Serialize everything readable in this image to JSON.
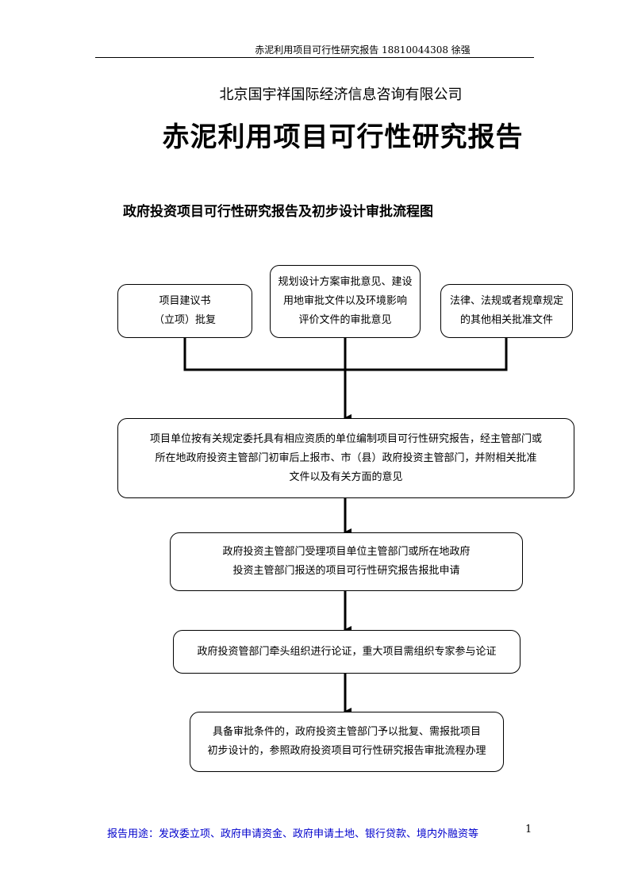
{
  "header": {
    "text": "赤泥利用项目可行性研究报告  18810044308  徐强"
  },
  "company": "北京国宇祥国际经济信息咨询有限公司",
  "report_title": "赤泥利用项目可行性研究报告",
  "flow_title": "政府投资项目可行性研究报告及初步设计审批流程图",
  "nodes": {
    "proposal": {
      "lines": [
        "项目建议书",
        "（立项）批复"
      ]
    },
    "planning": {
      "lines": [
        "规划设计方案审批意见、建设",
        "用地审批文件以及环境影响",
        "评价文件的审批意见"
      ]
    },
    "laws": {
      "lines": [
        "法律、法规或者规章规定",
        "的其他相关批准文件"
      ]
    },
    "compile": {
      "lines": [
        "项目单位按有关规定委托具有相应资质的单位编制项目可行性研究报告，经主管部门或",
        "所在地政府投资主管部门初审后上报市、市（县）政府投资主管部门，并附相关批准",
        "文件以及有关方面的意见"
      ]
    },
    "accept": {
      "lines": [
        "政府投资主管部门受理项目单位主管部门或所在地政府",
        "投资主管部门报送的项目可行性研究报告报批申请"
      ]
    },
    "review": {
      "lines": [
        "政府投资管部门牵头组织进行论证，重大项目需组织专家参与论证"
      ]
    },
    "approve": {
      "lines": [
        "具备审批条件的，政府投资主管部门予以批复、需报批项目",
        "初步设计的，参照政府投资项目可行性研究报告审批流程办理"
      ]
    }
  },
  "footer": {
    "text": "报告用途：发改委立项、政府申请资金、政府申请土地、银行贷款、境内外融资等",
    "page_number": "1"
  },
  "colors": {
    "footer_text": "#0000cc",
    "line": "#000000"
  }
}
